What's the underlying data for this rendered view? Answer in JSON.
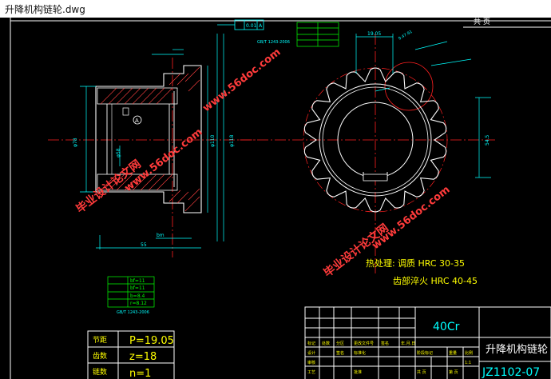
{
  "window": {
    "title": "升降机构链轮.dwg"
  },
  "colors": {
    "background": "#000000",
    "frame": "#ffffff",
    "centerline": "#ff2020",
    "dimension": "#00ffff",
    "annotation": "#ffff00",
    "green": "#00ff00",
    "watermark": "#ff3b3b"
  },
  "drawing": {
    "corner_text": "共 页",
    "tol_boxes": {
      "top_a": "0.01",
      "top_b": "A"
    },
    "section_labels": {
      "datum": "A"
    },
    "top_dims": {
      "pitch_width": "19.05",
      "chord": "9.47.91"
    },
    "side_dims": {
      "d_outer": "φ118",
      "d_inner": "φ110",
      "h_small": "54.5",
      "w_bottom": "55",
      "w_bottom2": "bm",
      "d_left": "φ78",
      "d_left2": "φ58"
    },
    "std_note_top": "GB/T 1243-2006",
    "std_note_bottom": "GB/T 1243-2006",
    "small_box_rows": [
      "bf=11",
      "bf=11",
      "b=8.4",
      "r=8.12"
    ],
    "heat_treatment": {
      "label": "热处理:",
      "line1": "调质 HRC 30-35",
      "line2": "齿部淬火 HRC 40-45"
    },
    "spec_table": {
      "rows": [
        {
          "key": "节距",
          "value": "P=19.05"
        },
        {
          "key": "齿数",
          "value": "z=18"
        },
        {
          "key": "链数",
          "value": "n=1"
        }
      ]
    },
    "title_block": {
      "material": "40Cr",
      "part_name": "升降机构链轮",
      "drawing_no": "JZ1102-07",
      "cells": [
        "标记",
        "处数",
        "分区",
        "更改文件号",
        "签名",
        "年.月.日",
        "设计",
        "签名",
        "标准化",
        "阶段标记",
        "重量",
        "比例",
        "审核",
        "工艺",
        "批准",
        "共 页",
        "第 页",
        "1:1"
      ]
    },
    "watermarks": [
      "毕业设计论文网",
      "www.56doc.com",
      "毕业设计论文网",
      "www.56doc.com",
      "www.56doc.com"
    ]
  }
}
